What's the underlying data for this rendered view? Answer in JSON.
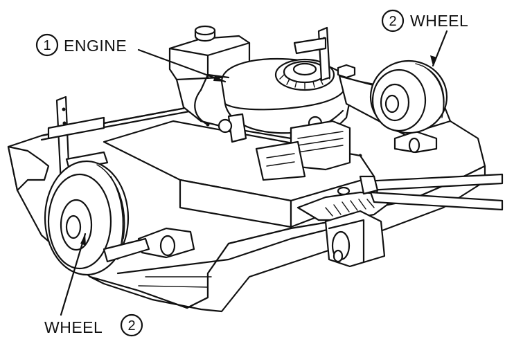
{
  "callouts": {
    "engine": {
      "number": "1",
      "label": "ENGINE"
    },
    "wheel_right": {
      "number": "2",
      "label": "WHEEL"
    },
    "wheel_left": {
      "number": "2",
      "label": "WHEEL"
    }
  }
}
